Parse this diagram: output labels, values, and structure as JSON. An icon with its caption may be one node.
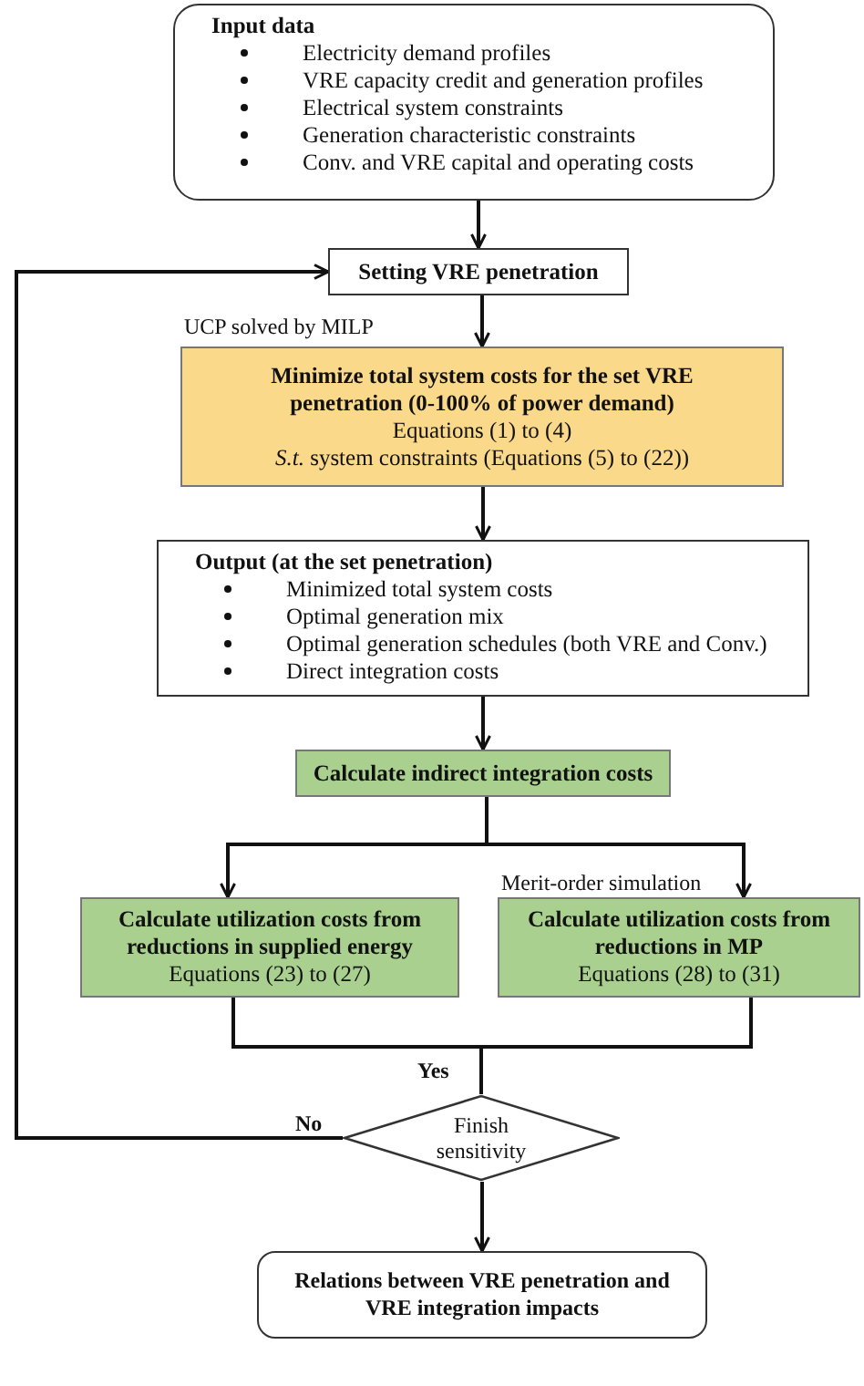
{
  "diagram": {
    "nodes": [
      {
        "text": [
          "Input data",
          "Electricity demand profiles",
          "VRE capacity credit and generation profiles",
          "Electrical system constraints",
          "Generation characteristic constraints",
          "Conv. and VRE capital and operating costs"
        ]
      },
      {
        "text": [
          "Setting VRE penetration"
        ]
      },
      {
        "text": [
          "Minimize total system costs for the set VRE penetration (0-100% of power demand)",
          "Equations (1) to (4)",
          "*S.t.* system constraints (Equations (5) to (22))"
        ],
        "beside": [
          "UCP solved by MILP"
        ]
      },
      {
        "text": [
          "Output (at the set penetration)",
          "Minimized total system costs",
          "Optimal generation mix",
          "Optimal generation schedules (both VRE and Conv.)",
          "Direct integration costs"
        ]
      },
      {
        "text": [
          "Calculate indirect integration costs"
        ]
      },
      {
        "text": [
          "Calculate utilization costs from reductions in supplied energy",
          "Equations (23) to (27)"
        ]
      },
      {
        "text": [
          "Calculate utilization costs from reductions in MP",
          "Equations (28) to (31)"
        ]
      },
      {
        "text": [
          "Finish sensitivity"
        ]
      },
      {
        "text": [
          "Relations between VRE penetration and VRE integration impacts"
        ]
      }
    ],
    "edges": [
      {
        "from": 0,
        "to": 1,
        "arrow": "to"
      },
      {
        "from": 1,
        "to": 2,
        "arrow": "to"
      },
      {
        "from": 2,
        "to": 3,
        "arrow": "to"
      },
      {
        "from": 3,
        "to": 4,
        "arrow": "to"
      },
      {
        "from": 4,
        "to": 5,
        "arrow": "to"
      },
      {
        "from": 4,
        "to": 6,
        "arrow": "to",
        "label": "Merit-order simulation"
      },
      {
        "from": 5,
        "to": 7,
        "arrow": "none",
        "label": "Yes"
      },
      {
        "from": 6,
        "to": 7,
        "arrow": "none"
      },
      {
        "from": 7,
        "to": 1,
        "arrow": "to",
        "label": "No"
      },
      {
        "from": 7,
        "to": 8,
        "arrow": "to"
      }
    ]
  }
}
